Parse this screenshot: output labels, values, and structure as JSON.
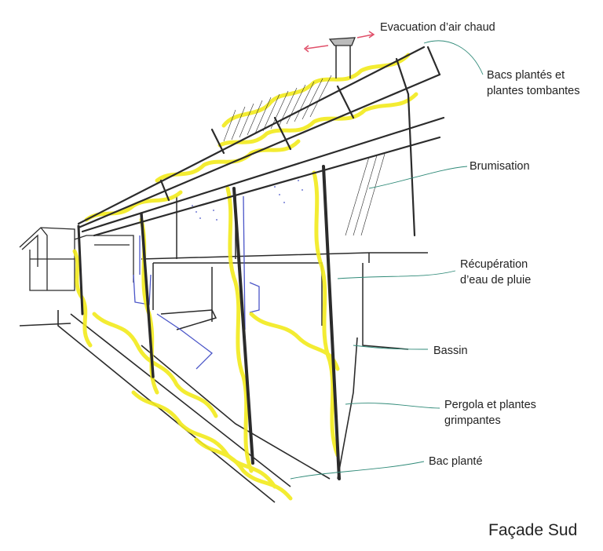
{
  "labels": {
    "evacuation": "Evacuation d’air chaud",
    "bacs_line1": "Bacs plantés et",
    "bacs_line2": "plantes tombantes",
    "brumisation": "Brumisation",
    "recup_line1": "Récupération",
    "recup_line2": "d’eau de pluie",
    "bassin": "Bassin",
    "pergola_line1": "Pergola et plantes",
    "pergola_line2": "grimpantes",
    "bac_plante": "Bac planté"
  },
  "title": "Façade Sud",
  "colors": {
    "ink": "#2b2b2b",
    "vegetation": "#f2ea1c",
    "water": "#4a55c8",
    "leader": "#2f8a78",
    "air_arrow": "#e0506a"
  }
}
